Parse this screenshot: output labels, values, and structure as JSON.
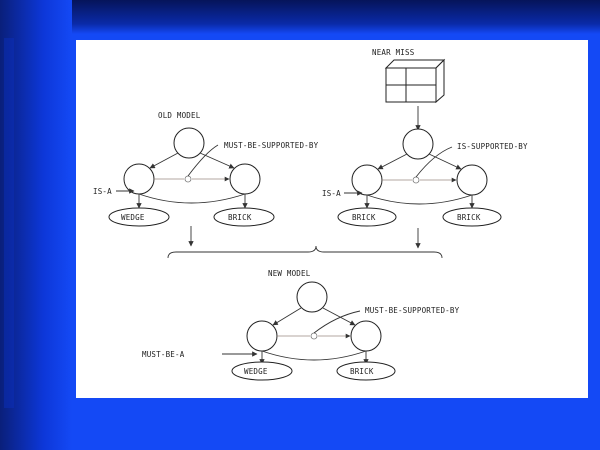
{
  "diagram": {
    "top_label": "NEAR MISS",
    "old_model": {
      "title": "OLD MODEL",
      "relation": "MUST-BE-SUPPORTED-BY",
      "isa_label": "IS-A",
      "left_node": "WEDGE",
      "right_node": "BRICK"
    },
    "near_miss": {
      "relation": "IS-SUPPORTED-BY",
      "isa_label": "IS-A",
      "left_node": "BRICK",
      "right_node": "BRICK"
    },
    "new_model": {
      "title": "NEW MODEL",
      "relation": "MUST-BE-SUPPORTED-BY",
      "isa_label": "MUST-BE-A",
      "left_node": "WEDGE",
      "right_node": "BRICK"
    }
  },
  "colors": {
    "background": "#1449f5",
    "slide": "#ffffff",
    "ink": "#222222"
  }
}
